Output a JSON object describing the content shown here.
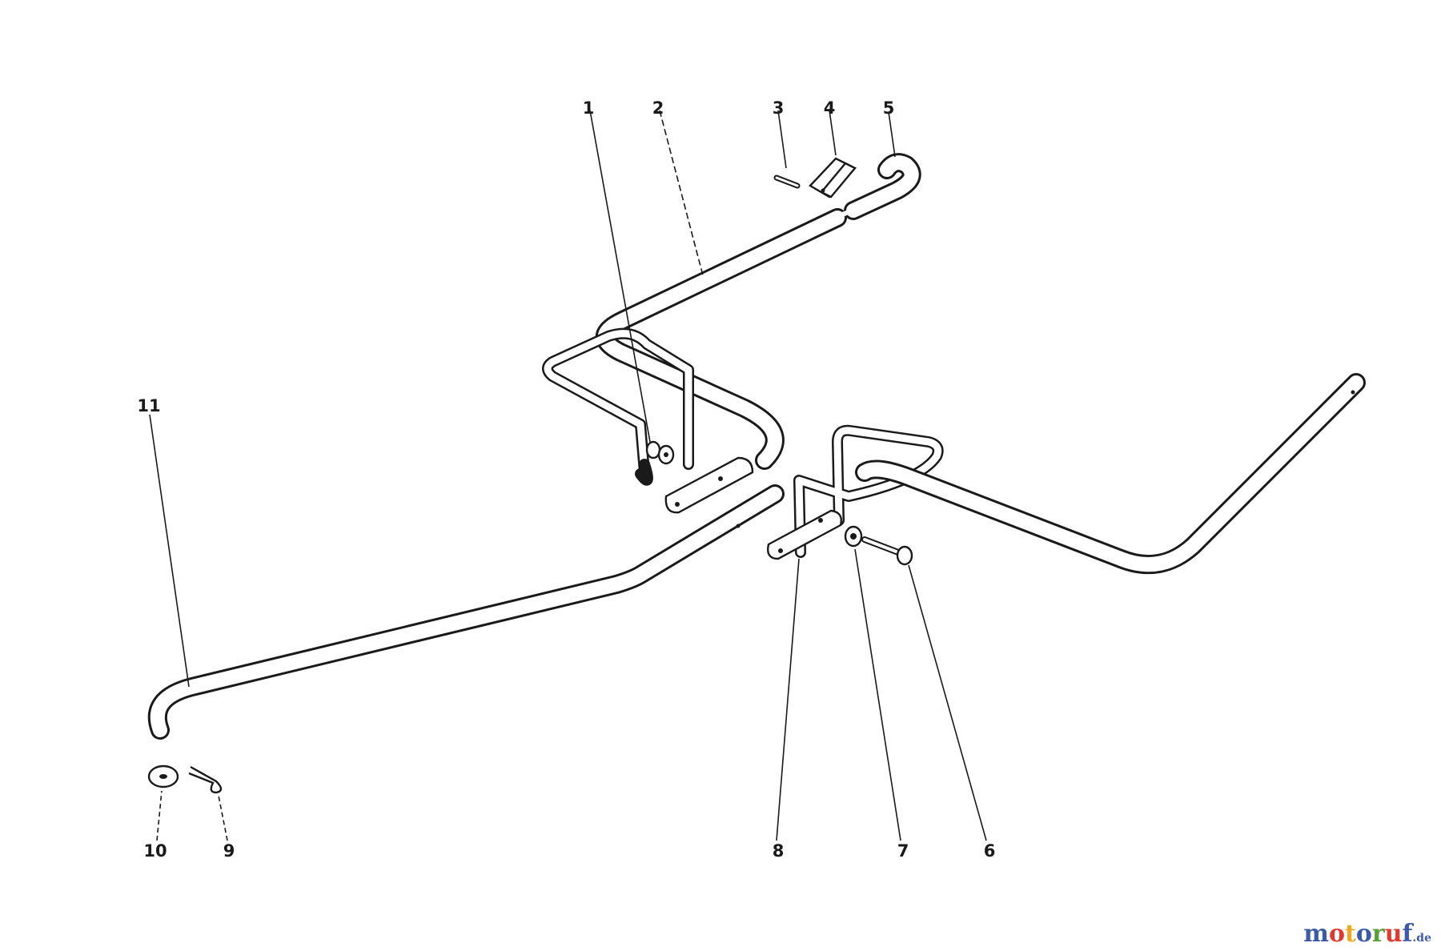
{
  "callouts": [
    "1",
    "2",
    "3",
    "4",
    "5",
    "6",
    "7",
    "8",
    "9",
    "10",
    "11"
  ],
  "watermark": {
    "text": "motoruf",
    "suffix": ".de",
    "colors": [
      "#3d5aa8",
      "#e23a2f",
      "#f2a81d",
      "#3d5aa8",
      "#5aa03a",
      "#e23a2f",
      "#3d5aa8"
    ]
  }
}
